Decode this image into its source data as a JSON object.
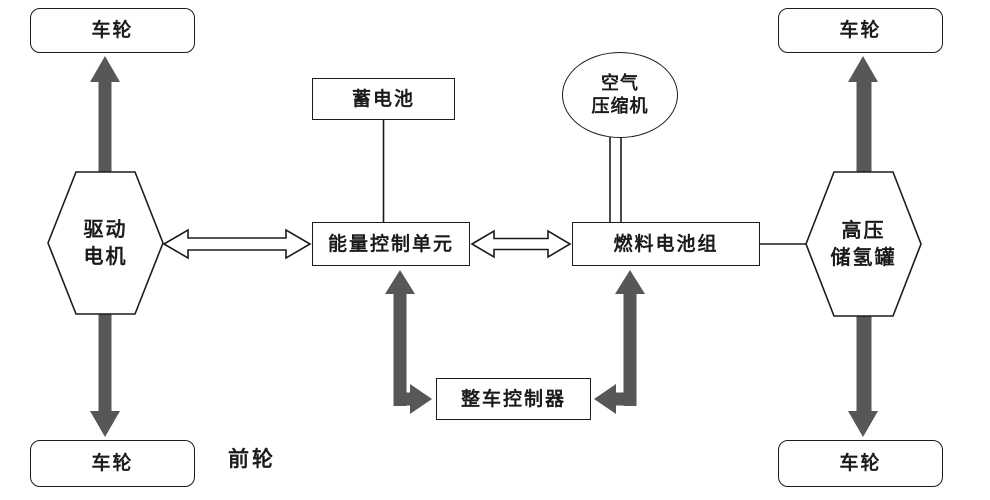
{
  "diagram": {
    "title": "fuel-cell-vehicle-powertrain-diagram",
    "nodes": {
      "wheel_top_left": "车轮",
      "wheel_bottom_left": "车轮",
      "wheel_top_right": "车轮",
      "wheel_bottom_right": "车轮",
      "drive_motor_line1": "驱动",
      "drive_motor_line2": "电机",
      "battery": "蓄电池",
      "energy_control_unit": "能量控制单元",
      "air_compressor_line1": "空气",
      "air_compressor_line2": "压缩机",
      "fuel_cell_stack": "燃料电池组",
      "hydrogen_tank_line1": "高压",
      "hydrogen_tank_line2": "储氢罐",
      "vehicle_controller": "整车控制器",
      "front_wheel_label": "前轮"
    },
    "colors": {
      "thick_arrow_gray": "#575757",
      "outline_black": "#1c1c1c",
      "node_fill": "#ffffff"
    }
  }
}
